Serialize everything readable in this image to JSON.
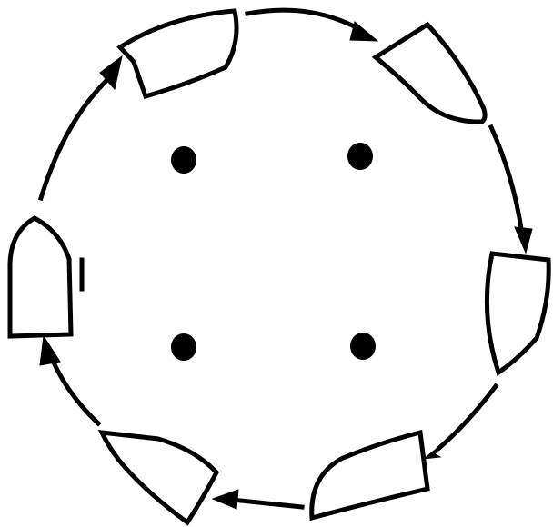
{
  "diagram": {
    "colors": {
      "ink": "#000000",
      "background": "#ffffff"
    },
    "dots": 4,
    "boats": 6,
    "arrows": 6
  }
}
